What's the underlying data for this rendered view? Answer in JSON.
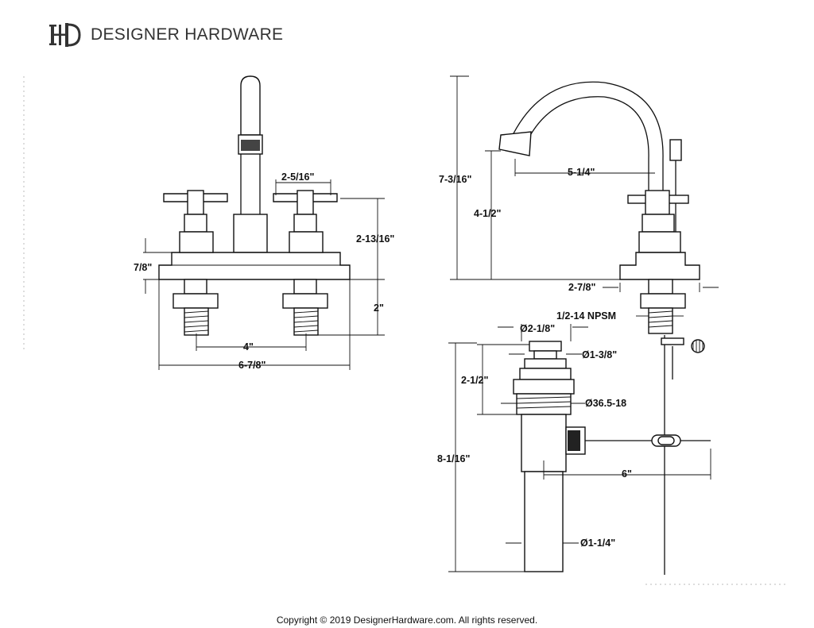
{
  "header": {
    "brand": "DESIGNER HARDWARE",
    "logo_icon": "dh-monogram-icon"
  },
  "front_view": {
    "dims": {
      "handle_offset": "2-5/16\"",
      "spout_height": "2-13/16\"",
      "deck_thickness": "7/8\"",
      "shank_length": "2\"",
      "center_spacing": "4\"",
      "overall_width": "6-7/8\""
    }
  },
  "side_view": {
    "dims": {
      "overall_height": "7-3/16\"",
      "spout_reach": "5-1/4\"",
      "outlet_height": "4-1/2\"",
      "base_depth": "2-7/8\"",
      "thread": "1/2-14 NPSM"
    }
  },
  "drain_view": {
    "dims": {
      "cap_diameter": "Ø2-1/8\"",
      "stopper_diameter": "Ø1-3/8\"",
      "flange_height": "2-1/2\"",
      "thread_diameter": "Ø36.5-18",
      "overall_length": "8-1/16\"",
      "rod_length": "6\"",
      "tail_diameter": "Ø1-1/4\""
    }
  },
  "footer": {
    "copyright": "Copyright © 2019 DesignerHardware.com. All rights reserved."
  }
}
